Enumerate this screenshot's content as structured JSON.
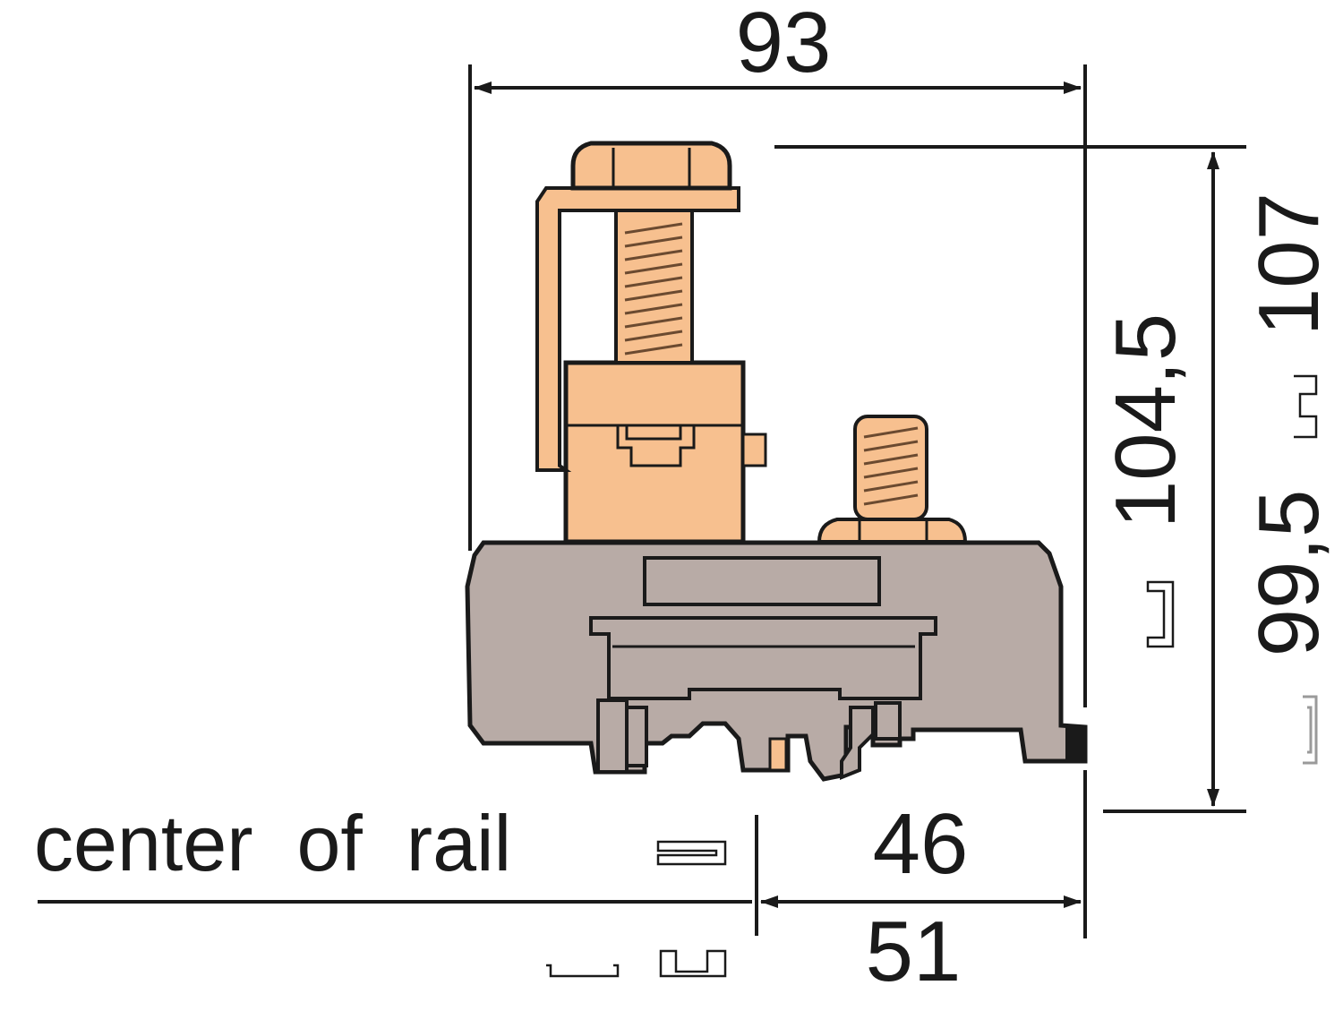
{
  "dimensions": {
    "width_total": "93",
    "height_104_5": "104,5",
    "height_99_5": "99,5",
    "height_107": "107",
    "offset_46": "46",
    "offset_51": "51"
  },
  "labels": {
    "center_of_rail": "center  of  rail"
  },
  "colors": {
    "copper": "#f7c08f",
    "housing": "#b8aba6",
    "outline": "#1a1a1a",
    "rail_symbol": "#9a9a9a"
  }
}
